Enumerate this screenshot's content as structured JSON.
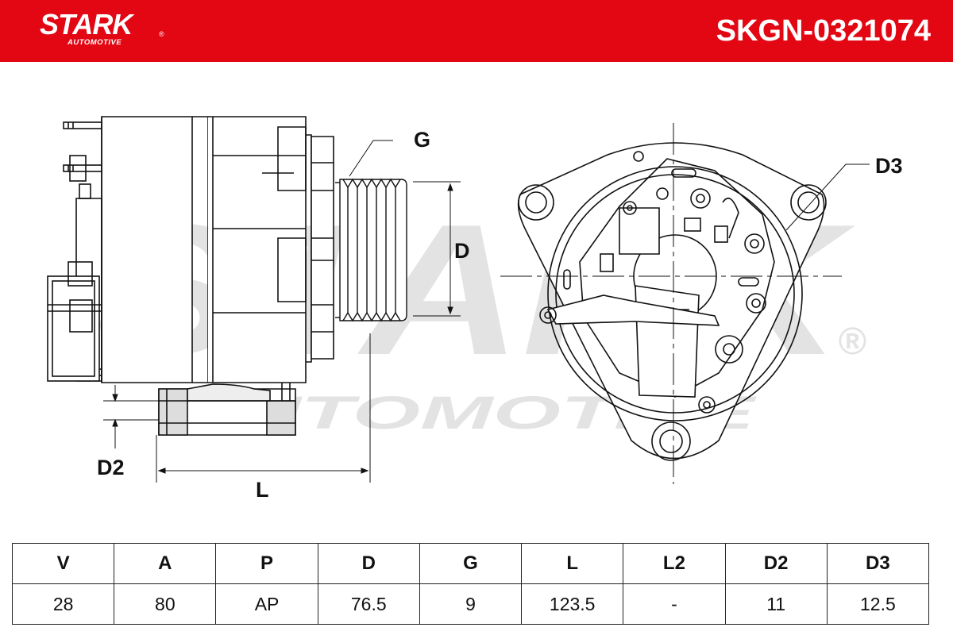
{
  "header": {
    "brand": "STARK",
    "brand_sub": "AUTOMOTIVE",
    "brand_reg": "®",
    "part_number": "SKGN-0321074",
    "background_color": "#e30613",
    "text_color": "#ffffff"
  },
  "watermark": {
    "main": "STARK",
    "sub": "AUTOMOTIVE",
    "reg": "®"
  },
  "diagram": {
    "labels": {
      "g": "G",
      "d": "D",
      "d2": "D2",
      "l": "L",
      "d3": "D3"
    }
  },
  "specs": {
    "headers": [
      "V",
      "A",
      "P",
      "D",
      "G",
      "L",
      "L2",
      "D2",
      "D3"
    ],
    "values": [
      "28",
      "80",
      "AP",
      "76.5",
      "9",
      "123.5",
      "-",
      "11",
      "12.5"
    ]
  }
}
